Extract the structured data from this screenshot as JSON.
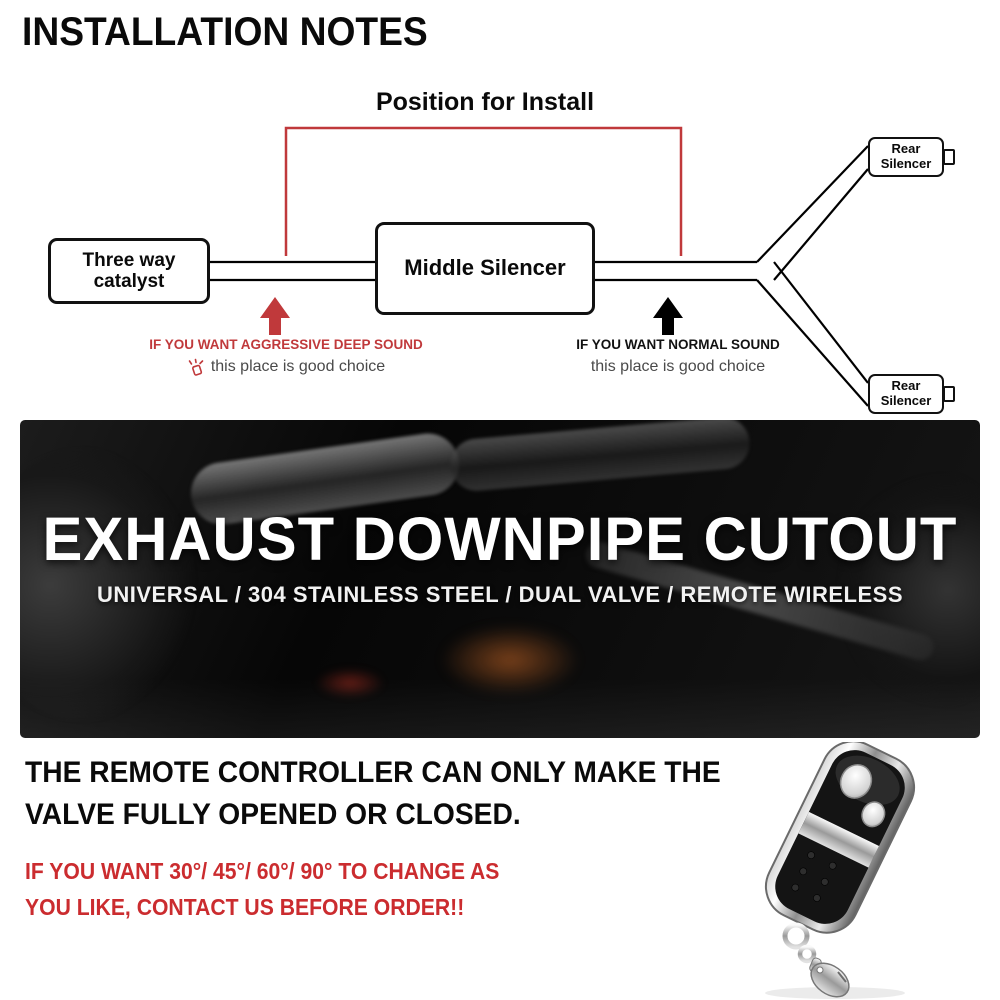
{
  "header": {
    "title": "INSTALLATION NOTES"
  },
  "diagram": {
    "position_label": "Position for Install",
    "catalyst_box": "Three way\ncatalyst",
    "middle_box": "Middle Silencer",
    "rear_top_box": "Rear\nSilencer",
    "rear_bottom_box": "Rear\nSilencer",
    "aggressive_note_title": "IF YOU WANT AGGRESSIVE DEEP SOUND",
    "aggressive_note_sub": "this place is good choice",
    "normal_note_title": "IF YOU WANT NORMAL SOUND",
    "normal_note_sub": "this place is good choice",
    "colors": {
      "accent_red": "#c0393b",
      "line_black": "#000000"
    }
  },
  "banner": {
    "title": "EXHAUST DOWNPIPE CUTOUT",
    "subtitle": "UNIVERSAL / 304 STAINLESS STEEL / DUAL VALVE / REMOTE WIRELESS"
  },
  "footer": {
    "statement_line1": "THE REMOTE CONTROLLER CAN ONLY MAKE THE",
    "statement_line2": "VALVE FULLY OPENED OR CLOSED.",
    "warning_line1": "IF YOU WANT 30°/ 45°/ 60°/ 90° TO CHANGE AS",
    "warning_line2": "YOU LIKE, CONTACT US BEFORE ORDER!!",
    "warning_color": "#cb2c2f"
  }
}
